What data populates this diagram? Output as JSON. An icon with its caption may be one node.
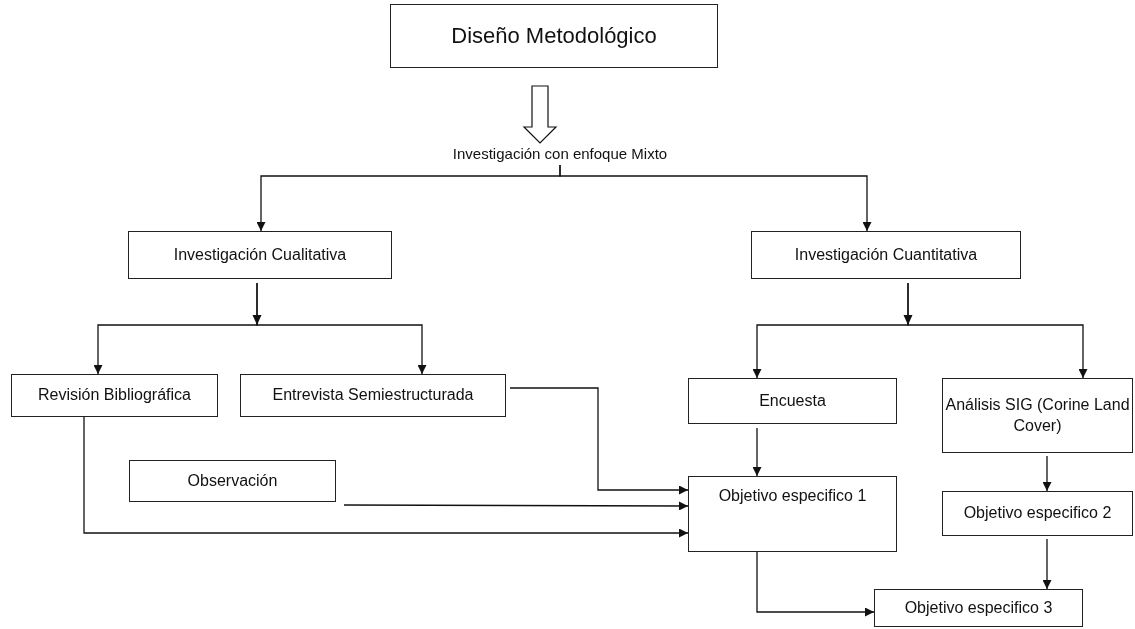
{
  "diagram": {
    "nodes": [
      {
        "text": [
          "Diseño Metodológico"
        ]
      },
      {
        "text": [
          "Investigación con enfoque Mixto"
        ]
      },
      {
        "text": [
          "Investigación Cualitativa"
        ]
      },
      {
        "text": [
          "Investigación Cuantitativa"
        ]
      },
      {
        "text": [
          "Revisión Bibliográfica"
        ]
      },
      {
        "text": [
          "Entrevista Semiestructurada"
        ]
      },
      {
        "text": [
          "Encuesta"
        ]
      },
      {
        "text": [
          "Análisis SIG (Corine Land Cover)"
        ]
      },
      {
        "text": [
          "Observación"
        ]
      },
      {
        "text": [
          "Objetivo especifico 1"
        ]
      },
      {
        "text": [
          "Objetivo especifico 2"
        ]
      },
      {
        "text": [
          "Objetivo especifico 3"
        ]
      }
    ],
    "edges": [
      {
        "from": 0,
        "to": 1,
        "arrow": "to",
        "style": "thick"
      },
      {
        "from": 1,
        "to": 2,
        "arrow": "to"
      },
      {
        "from": 1,
        "to": 3,
        "arrow": "to"
      },
      {
        "from": 2,
        "to": 4,
        "arrow": "to"
      },
      {
        "from": 2,
        "to": 5,
        "arrow": "to"
      },
      {
        "from": 3,
        "to": 6,
        "arrow": "to"
      },
      {
        "from": 3,
        "to": 7,
        "arrow": "to"
      },
      {
        "from": 5,
        "to": 9,
        "arrow": "to"
      },
      {
        "from": 8,
        "to": 9,
        "arrow": "to"
      },
      {
        "from": 4,
        "to": 9,
        "arrow": "to"
      },
      {
        "from": 6,
        "to": 9,
        "arrow": "to"
      },
      {
        "from": 7,
        "to": 10,
        "arrow": "to"
      },
      {
        "from": 9,
        "to": 11,
        "arrow": "to"
      },
      {
        "from": 10,
        "to": 11,
        "arrow": "to"
      }
    ]
  }
}
